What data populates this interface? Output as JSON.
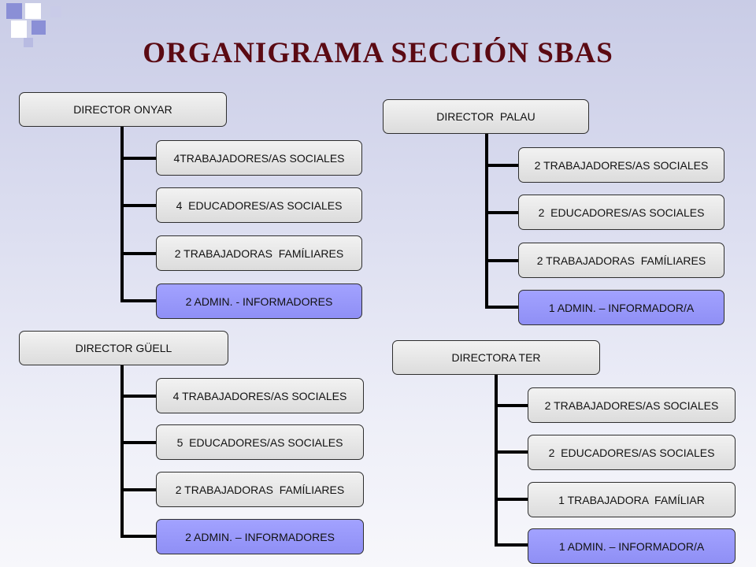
{
  "title": "ORGANIGRAMA SECCIÓN SBAS",
  "colors": {
    "title": "#5b0a13",
    "box_fill": "#e6e6e6",
    "admin_fill": "#9b9bfb",
    "connector": "#000000"
  },
  "units": [
    {
      "director": "DIRECTOR ONYAR",
      "items": [
        "4TRABAJADORES/AS SOCIALES",
        "4  EDUCADORES/AS SOCIALES",
        "2 TRABAJADORAS  FAMÍLIARES",
        "2 ADMIN. - INFORMADORES"
      ]
    },
    {
      "director": "DIRECTOR  PALAU",
      "items": [
        "2 TRABAJADORES/AS SOCIALES",
        "2  EDUCADORES/AS SOCIALES",
        "2 TRABAJADORAS  FAMÍLIARES",
        "1 ADMIN. – INFORMADOR/A"
      ]
    },
    {
      "director": "DIRECTOR GÜELL",
      "items": [
        "4 TRABAJADORES/AS SOCIALES",
        "5  EDUCADORES/AS SOCIALES",
        "2 TRABAJADORAS  FAMÍLIARES",
        "2 ADMIN. – INFORMADORES"
      ]
    },
    {
      "director": "DIRECTORA TER",
      "items": [
        "2 TRABAJADORES/AS SOCIALES",
        "2  EDUCADORES/AS SOCIALES",
        "1 TRABAJADORA  FAMÍLIAR",
        "1 ADMIN. – INFORMADOR/A"
      ]
    }
  ]
}
